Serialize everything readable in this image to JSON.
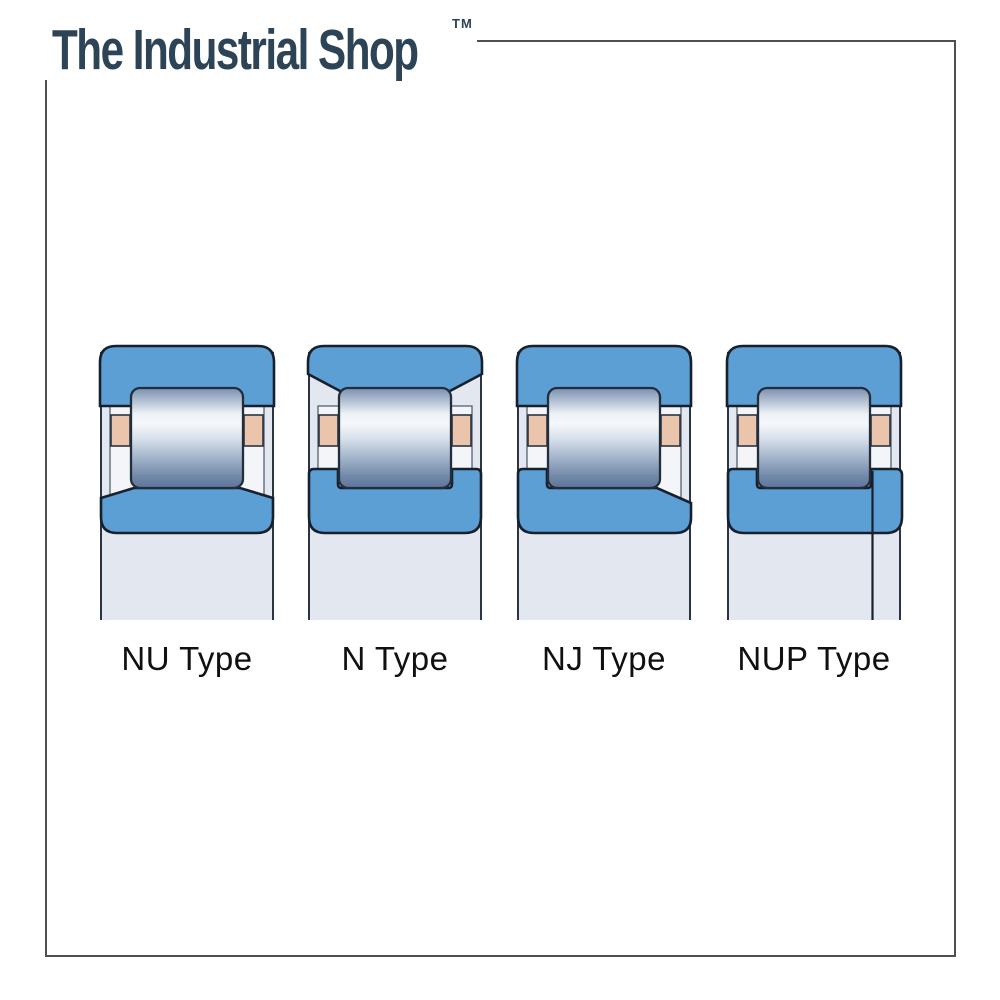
{
  "logo": {
    "text": "The Industrial Shop",
    "trademark": "TM"
  },
  "bearings": [
    {
      "code": "NU",
      "label": "NU Type",
      "icon": "nu-cylindrical-roller-bearing-cross-section"
    },
    {
      "code": "N",
      "label": "N Type",
      "icon": "n-cylindrical-roller-bearing-cross-section"
    },
    {
      "code": "NJ",
      "label": "NJ Type",
      "icon": "nj-cylindrical-roller-bearing-cross-section"
    },
    {
      "code": "NUP",
      "label": "NUP Type",
      "icon": "nup-cylindrical-roller-bearing-cross-section"
    }
  ],
  "colors": {
    "brand-navy": "#2d4356",
    "ring-blue": "#5c9fd5",
    "cage-peach": "#eac5ac",
    "housing-gray": "#e3e7ef",
    "cavity-white": "#f3f5f9",
    "outline-dark": "#17202c",
    "frame-border": "#4f4f4f",
    "label-black": "#101010",
    "roller-top": "#7a8fae",
    "roller-highlight": "#f5f8fb",
    "roller-bottom": "#5e759b"
  }
}
